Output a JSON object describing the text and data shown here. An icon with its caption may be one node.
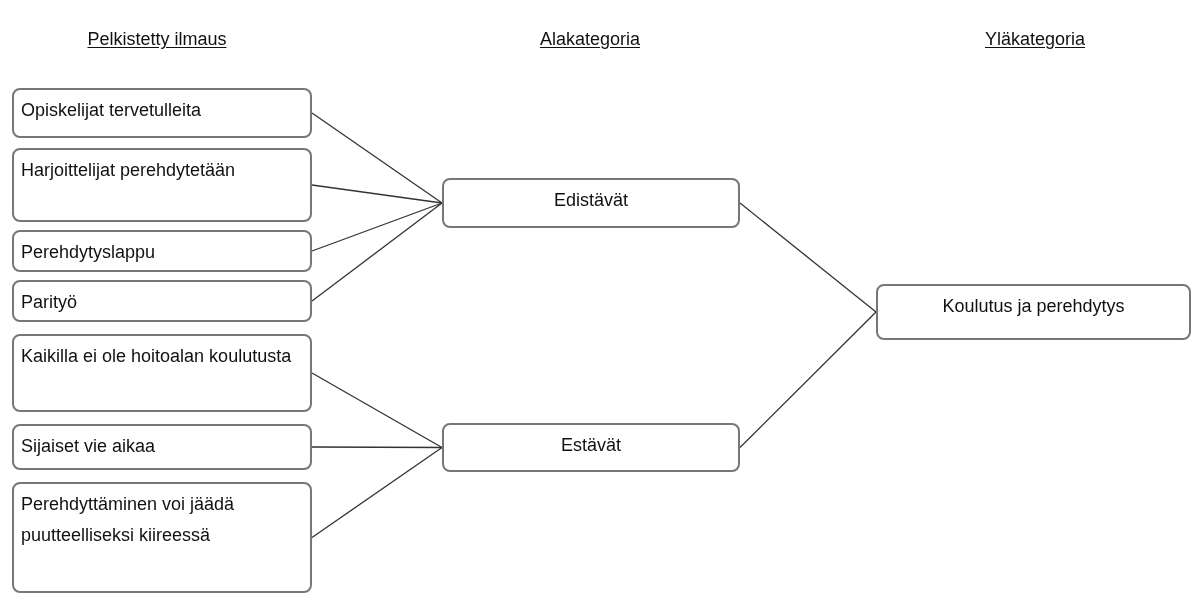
{
  "diagram": {
    "nodes": [
      {
        "text": [
          "Opiskelijat tervetulleita"
        ]
      },
      {
        "text": [
          "Harjoittelijat perehdytetään"
        ]
      },
      {
        "text": [
          "Perehdytyslappu"
        ]
      },
      {
        "text": [
          "Parityö"
        ]
      },
      {
        "text": [
          "Kaikilla ei ole hoitoalan koulutusta"
        ]
      },
      {
        "text": [
          "Sijaiset vie aikaa"
        ]
      },
      {
        "text": [
          "Perehdyttäminen voi jäädä puutteelliseksi kiireessä"
        ]
      },
      {
        "text": [
          "Edistävät"
        ]
      },
      {
        "text": [
          "Estävät"
        ]
      },
      {
        "text": [
          "Koulutus ja perehdytys"
        ]
      }
    ],
    "edges": [
      {
        "from": 0,
        "to": 7,
        "arrow": "none"
      },
      {
        "from": 1,
        "to": 7,
        "arrow": "none"
      },
      {
        "from": 2,
        "to": 7,
        "arrow": "none"
      },
      {
        "from": 3,
        "to": 7,
        "arrow": "none"
      },
      {
        "from": 4,
        "to": 8,
        "arrow": "none"
      },
      {
        "from": 5,
        "to": 8,
        "arrow": "none"
      },
      {
        "from": 6,
        "to": 8,
        "arrow": "none"
      },
      {
        "from": 7,
        "to": 9,
        "arrow": "none"
      },
      {
        "from": 8,
        "to": 9,
        "arrow": "none"
      }
    ],
    "labels": [
      "Pelkistetty ilmaus",
      "Alakategoria",
      "Yläkategoria"
    ]
  }
}
